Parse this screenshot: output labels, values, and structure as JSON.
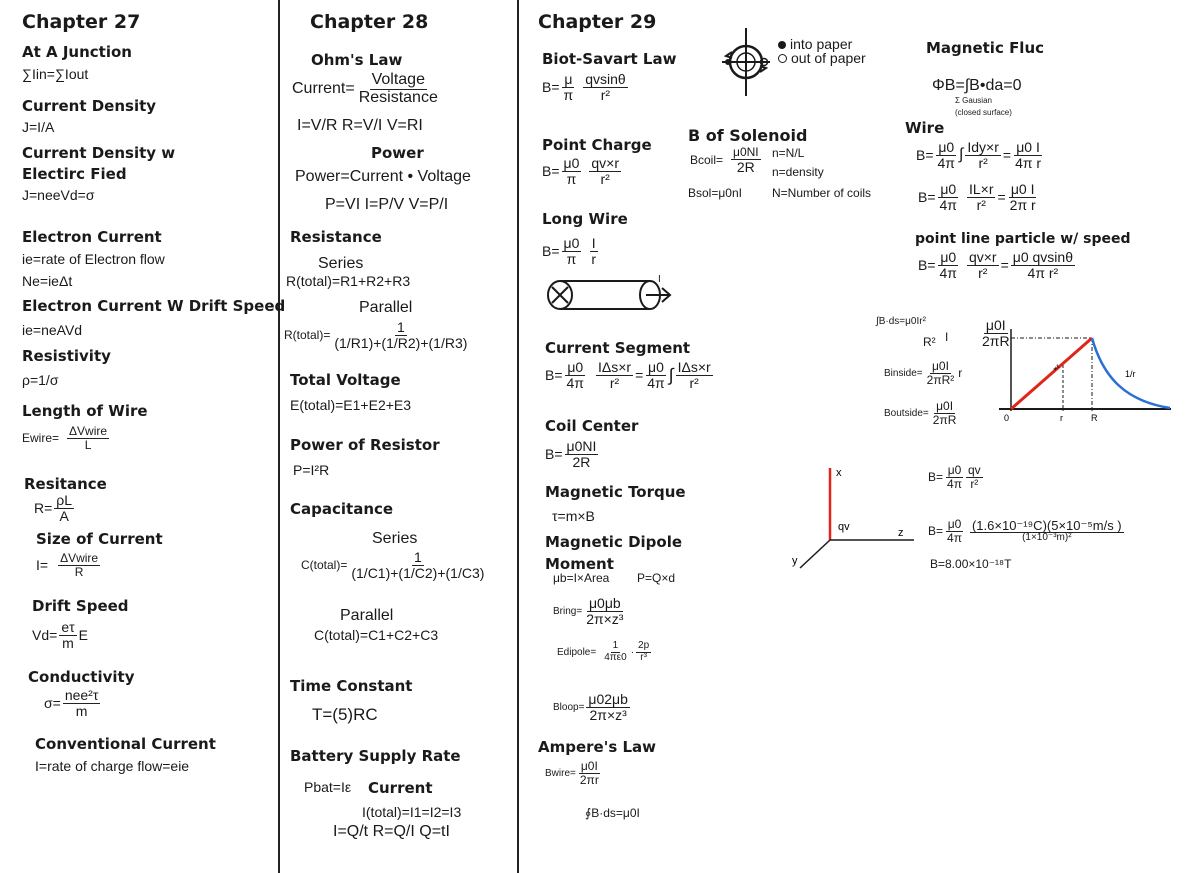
{
  "ch27": {
    "title": "Chapter 27",
    "junction_h": "At A Junction",
    "junction_f": "∑Iin=∑Iout",
    "cd_h": "Current Density",
    "cd_f": "J=I/A",
    "cdw_h1": "Current Density w",
    "cdw_h2": "Electirc Fied",
    "cdw_f": "J=neeVd=σ",
    "ec_h": "Electron Current",
    "ec_f1": "ie=rate of Electron flow",
    "ec_f2": "Ne=ieΔt",
    "ecd_h": "Electron Current W Drift Speed",
    "ecd_f": "ie=neAVd",
    "res_h": "Resistivity",
    "res_f": "ρ=1/σ",
    "low_h": "Length of Wire",
    "low_lhs": "Ewire=",
    "low_num": "ΔVwire",
    "low_den": "L",
    "rt_h": "Resitance",
    "rt_lhs": "R=",
    "rt_num": "ρL",
    "rt_den": "A",
    "sc_h": "Size of Current",
    "sc_lhs": "I=",
    "sc_num": "ΔVwire",
    "sc_den": "R",
    "ds_h": "Drift Speed",
    "ds_lhs": "Vd=",
    "ds_num": "eτ",
    "ds_den": "m",
    "ds_tail": "E",
    "cond_h": "Conductivity",
    "cond_lhs": "σ=",
    "cond_num": "nee²τ",
    "cond_den": "m",
    "cc_h": "Conventional Current",
    "cc_f": "I=rate of charge flow=eie"
  },
  "ch28": {
    "title": "Chapter 28",
    "ohm_h": "Ohm's Law",
    "ohm_lhs": "Current=",
    "ohm_num": "Voltage",
    "ohm_den": "Resistance",
    "ohm_f": "I=V/R R=V/I V=RI",
    "pow_h": "Power",
    "pow_f1": "Power=Current • Voltage",
    "pow_f2": "P=VI I=P/V V=P/I",
    "resist_h": "Resistance",
    "series_h": "Series",
    "series_f": "R(total)=R1+R2+R3",
    "parallel_h": "Parallel",
    "par_lhs": "R(total)=",
    "par_num": "1",
    "par_den": "(1/R1)+(1/R2)+(1/R3)",
    "tv_h": "Total Voltage",
    "tv_f": "E(total)=E1+E2+E3",
    "por_h": "Power of Resistor",
    "por_f": "P=I²R",
    "cap_h": "Capacitance",
    "cap_series_h": "Series",
    "cap_lhs": "C(total)=",
    "cap_num": "1",
    "cap_den": "(1/C1)+(1/C2)+(1/C3)",
    "cap_par_h": "Parallel",
    "cap_par_f": "C(total)=C1+C2+C3",
    "tc_h": "Time Constant",
    "tc_f": "T=(5)RC",
    "bsr_h": "Battery Supply Rate",
    "bsr_f": "Pbat=Iε",
    "cur_h": "Current",
    "cur_f1": "I(total)=I1=I2=I3",
    "cur_f2": "I=Q/t R=Q/I Q=tI"
  },
  "ch29": {
    "title": "Chapter 29",
    "bs_h": "Biot-Savart Law",
    "bs_lhs": "B=",
    "bs_n1": "μ",
    "bs_d1": "π",
    "bs_n2": "qvsinθ",
    "bs_d2": "r²",
    "legend_into": "into paper",
    "legend_out": "out of paper",
    "pc_h": "Point Charge",
    "pc_n1": "μ0",
    "pc_d1": "π",
    "pc_n2": "qv×r",
    "pc_d2": "r²",
    "sol_h": "B of Solenoid",
    "sol_lhs": "Bcoil=",
    "sol_num": "μ0NI",
    "sol_den": "2R",
    "sol_n": "n=N/L",
    "sol_nd": "n=density",
    "sol_b": "Bsol=μ0nI",
    "sol_N": "N=Number of coils",
    "lw_h": "Long Wire",
    "lw_n1": "μ0",
    "lw_d1": "π",
    "lw_n2": "I",
    "lw_d2": "r",
    "lw_label": "I",
    "cs_h": "Current Segment",
    "cs_n1": "μ0",
    "cs_d1": "4π",
    "cs_n2": "IΔs×r",
    "cs_d2": "r²",
    "cs_eq": "=",
    "cs_n3": "μ0",
    "cs_d3": "4π",
    "cs_int": "∫",
    "cs_n4": "IΔs×r",
    "cs_d4": "r²",
    "cc_h": "Coil Center",
    "cc_num": "μ0NI",
    "cc_den": "2R",
    "mt_h": "Magnetic Torque",
    "mt_f": "τ=m×B",
    "md_h1": "Magnetic Dipole",
    "md_h2": "Moment",
    "md_f": "μb=I×Area",
    "md_f2": "P=Q×d",
    "bring_lhs": "Bring=",
    "bring_num": "μ0μb",
    "bring_den": "2π×z³",
    "edip_lhs": "Edipole=",
    "edip_n1": "1",
    "edip_d1": "4πε0",
    "edip_n2": "2p",
    "edip_d2": "r³",
    "bloop_lhs": "Bloop=",
    "bloop_num": "μ02μb",
    "bloop_den": "2π×z³",
    "amp_h": "Ampere's Law",
    "amp_lhs": "Bwire=",
    "amp_num": "μ0I",
    "amp_den": "2πr",
    "amp_f": "∮B·ds=μ0I",
    "mf_h": "Magnetic Fluc",
    "mf_f": "ΦB=∫B•da=0",
    "mf_sub1": "Σ Gausian",
    "mf_sub2": "(closed surface)",
    "wire_h": "Wire",
    "w1_n1": "μ0",
    "w1_d1": "4π",
    "w1_int": "∫",
    "w1_n2": "Idy×r",
    "w1_d2": "r²",
    "w1_n3": "μ0 I",
    "w1_d3": "4π r",
    "w2_n1": "μ0",
    "w2_d1": "4π",
    "w2_n2": "IL×r",
    "w2_d2": "r²",
    "w2_n3": "μ0 I",
    "w2_d3": "2π r",
    "plp_h": "point line particle w/ speed",
    "p_n1": "μ0",
    "p_d1": "4π",
    "p_n2": "qv×r",
    "p_d2": "r²",
    "p_n3": "μ0 qvsinθ",
    "p_d3": "4π  r²",
    "amp2_f": "∫B·ds=μ0Ir²",
    "amp2_den": "R²",
    "amp2_tail": "I",
    "peak_num": "μ0I",
    "peak_den": "2πR",
    "bin_lhs": "Binside=",
    "bin_num": "μ0I",
    "bin_den": "2πR²",
    "bin_tail": "r",
    "bout_lhs": "Boutside=",
    "bout_num": "μ0I",
    "bout_den": "2πR",
    "g_0": "0",
    "g_r": "r",
    "g_R": "R",
    "g_1r": "1/r",
    "g_rlabel": "∝r",
    "ax_x": "x",
    "ax_y": "y",
    "ax_z": "z",
    "ax_qv": "qv",
    "ex_n1": "μ0",
    "ex_d1": "4π",
    "ex_n2": "qv",
    "ex_d2": "r²",
    "ex2_n1": "μ0",
    "ex2_d1": "4π",
    "ex2_n2": "(1.6×10⁻¹⁹C)(5×10⁻⁵m/s )",
    "ex2_d2": "(1×10⁻³m)²",
    "ex_result": "B=8.00×10⁻¹⁸T"
  },
  "colors": {
    "axis_red": "#e0251b",
    "curve_blue": "#2a6fd8",
    "ink": "#1a1a1a"
  }
}
